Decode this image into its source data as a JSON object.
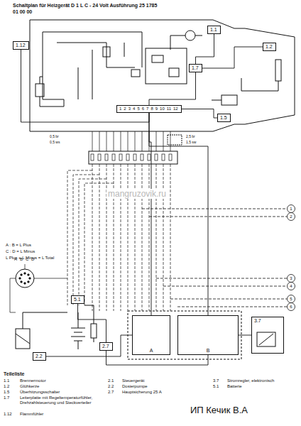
{
  "diagram": {
    "title": "Schaltplan für Heizgerät D 1 L C - 24 Volt Ausführung 25 1785 01 00 00",
    "nodes": [
      {
        "text": [
          "1.12"
        ]
      },
      {
        "text": [
          "1.1"
        ]
      },
      {
        "text": [
          "1.2"
        ]
      },
      {
        "text": [
          "1.7"
        ]
      },
      {
        "text": [
          "1.5"
        ]
      },
      {
        "text": [
          "1",
          "2",
          "3",
          "4",
          "5",
          "6",
          "7",
          "8",
          "9",
          "10",
          "11",
          "12"
        ]
      },
      {
        "text": [
          "2.2"
        ]
      },
      {
        "text": [
          "5.1"
        ]
      },
      {
        "text": [
          "2.7"
        ]
      },
      {
        "text": [
          "A"
        ]
      },
      {
        "text": [
          "B"
        ]
      },
      {
        "text": [
          "3.7"
        ]
      }
    ],
    "edges": [
      {
        "from": 0,
        "to": 5,
        "arrow": "none"
      },
      {
        "from": 4,
        "to": 5,
        "arrow": "none"
      },
      {
        "from": 3,
        "to": 5,
        "arrow": "none"
      },
      {
        "from": 1,
        "to": 3,
        "arrow": "none"
      },
      {
        "from": 2,
        "to": 3,
        "arrow": "none"
      },
      {
        "from": 5,
        "to": 9,
        "arrow": "none"
      },
      {
        "from": 5,
        "to": 10,
        "arrow": "none"
      },
      {
        "from": 6,
        "to": 9,
        "arrow": "none"
      },
      {
        "from": 7,
        "to": 8,
        "arrow": "none"
      },
      {
        "from": 8,
        "to": 10,
        "arrow": "none"
      },
      {
        "from": 11,
        "to": 10,
        "arrow": "none"
      }
    ],
    "labels": [
      "A : B = L Plus",
      "C : D = L Minus",
      "L Plus + L Minus = L Total",
      "mangruzovik.ru",
      "1",
      "2",
      "3",
      "4",
      "5",
      "6",
      "Teileliste",
      "1.1",
      "Brennermotor",
      "1.2",
      "Glühkerze",
      "1.5",
      "Überhitzungsschalter",
      "1.7",
      "Leiterplatte mit Regeltemperaturfühler, Drehzahlsteuerung und Steckverteiler",
      "1.12",
      "Flammfühler",
      "2.1",
      "Steuergerät",
      "2.2",
      "Dosierpumpe",
      "2.7",
      "Hauptsicherung 25 A",
      "3.7",
      "Stromregler, elektronisch",
      "5.1",
      "Batterie",
      "ИП Кечик В.А",
      "A",
      "B",
      "C",
      "D",
      "2,5 br",
      "1,5 sw",
      "0,5 br",
      "0,5 ws"
    ]
  }
}
